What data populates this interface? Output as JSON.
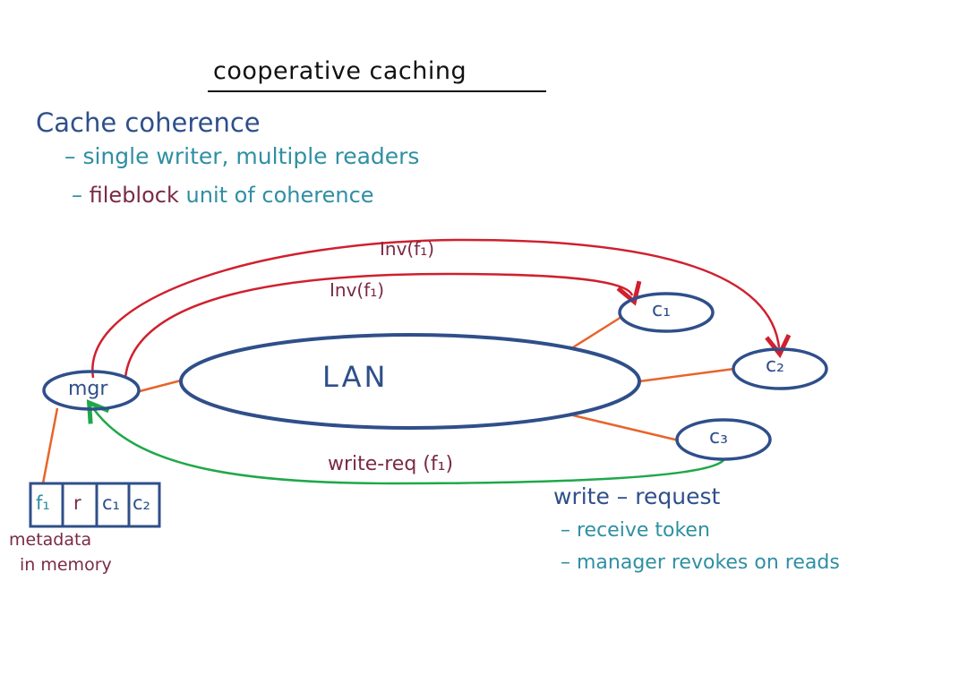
{
  "title": "cooperative caching",
  "heading": "Cache coherence",
  "bullets": [
    {
      "dash": "–",
      "text": "single writer, multiple readers"
    },
    {
      "dash": "–",
      "prefix": "fileblock",
      "text": "unit of coherence"
    }
  ],
  "nodes": {
    "lan": "LAN",
    "mgr": "mgr",
    "c1": "c₁",
    "c2": "c₂",
    "c3": "c₃"
  },
  "edges": {
    "inv_outer": "Inv(f₁)",
    "inv_inner": "Inv(f₁)",
    "write_req": "write-req (f₁)"
  },
  "metadata_cells": [
    "f₁",
    "r",
    "c₁",
    "c₂"
  ],
  "metadata_caption": [
    "metadata",
    "in memory"
  ],
  "write_request": {
    "heading": "write – request",
    "items": [
      "– receive token",
      "– manager revokes on reads"
    ]
  },
  "colors": {
    "ink_blue": "#2f4f8a",
    "teal": "#2f8fa3",
    "maroon": "#7a2a45",
    "red_arrow": "#d0202e",
    "green_arrow": "#1fa84a",
    "orange_link": "#e8642a"
  }
}
